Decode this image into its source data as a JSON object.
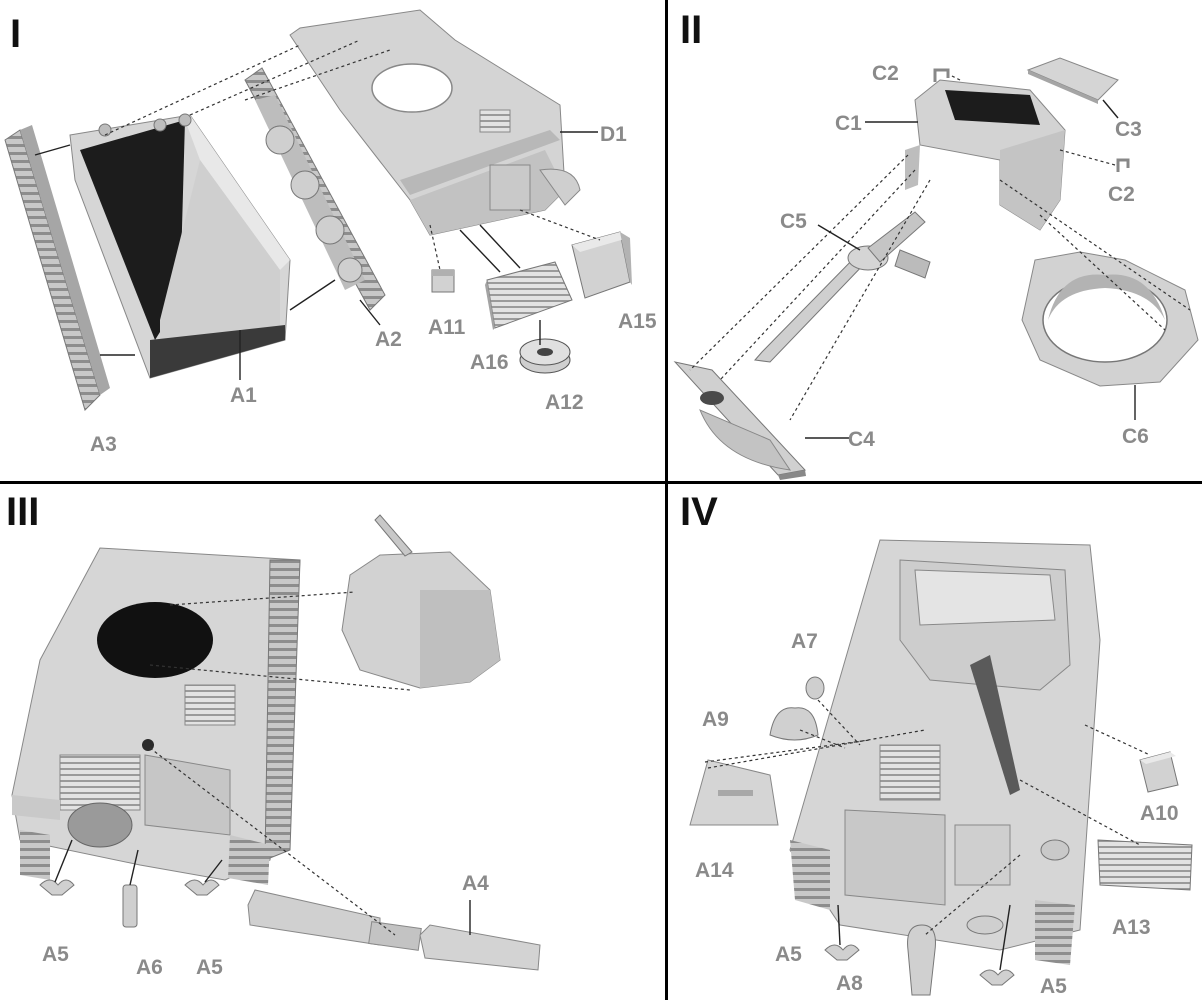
{
  "steps": [
    {
      "number": "I",
      "parts": [
        "D1",
        "A1",
        "A2",
        "A3",
        "A11",
        "A12",
        "A15",
        "A16"
      ]
    },
    {
      "number": "II",
      "parts": [
        "C1",
        "C2",
        "C2",
        "C3",
        "C4",
        "C5",
        "C6"
      ]
    },
    {
      "number": "III",
      "parts": [
        "A4",
        "A5",
        "A6",
        "A5"
      ]
    },
    {
      "number": "IV",
      "parts": [
        "A7",
        "A9",
        "A10",
        "A13",
        "A14",
        "A5",
        "A8",
        "A5"
      ]
    }
  ],
  "colors": {
    "part_fill": "#d9d9d9",
    "part_shade": "#a8a8a8",
    "dark": "#1a1a1a",
    "label": "#8a8a8a",
    "leader": "#444444"
  }
}
